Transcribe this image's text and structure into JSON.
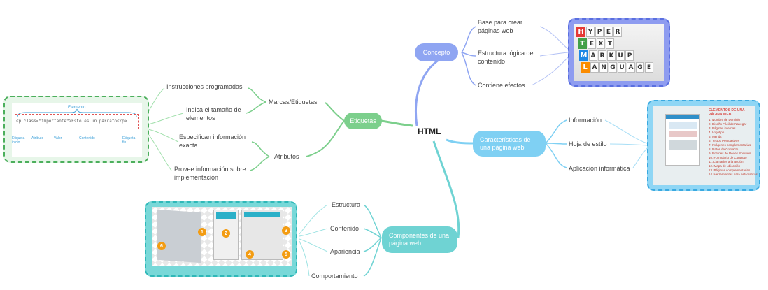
{
  "center": "HTML",
  "branches": {
    "etiquetas": {
      "label": "Etiquetas",
      "color": "#7ccf8c",
      "sub": [
        {
          "label": "Marcas/Etiquetas",
          "leaves": [
            "Instrucciones programadas",
            "Indica el tamaño de elementos"
          ]
        },
        {
          "label": "Atributos",
          "leaves": [
            "Especifican información exacta",
            "Provee información sobre implementación"
          ]
        }
      ]
    },
    "concepto": {
      "label": "Concepto",
      "color": "#8fa5f2",
      "leaves": [
        "Base para crear páginas web",
        "Estructura lógica de contenido",
        "Contiene efectos"
      ]
    },
    "caracteristicas": {
      "label": "Características de una página web",
      "color": "#7fd0f3",
      "leaves": [
        "Información",
        "Hoja de estilo",
        "Aplicación informática"
      ]
    },
    "componentes": {
      "label": "Componentes de una página web",
      "color": "#6fd3d3",
      "leaves": [
        "Estructura",
        "Contenido",
        "Apariencia",
        "Comportamiento"
      ]
    }
  },
  "images": {
    "element_diagram": {
      "title": "Elemento",
      "code": "<p class=\"importante\">Esto es un párrafo</p>",
      "parts": [
        "Etiqueta inicio",
        "Atributo",
        "Valor",
        "Contenido",
        "Etiqueta fin"
      ]
    },
    "hypertext": {
      "rows": [
        {
          "letter": "H",
          "word": "YPER"
        },
        {
          "letter": "T",
          "word": "EXT"
        },
        {
          "letter": "M",
          "word": "ARKUP"
        },
        {
          "letter": "L",
          "word": "ANGUAGE"
        }
      ]
    },
    "elements_list": {
      "title": "ELEMENTOS DE UNA PÁGINA WEB",
      "items": [
        "1. Nombre de Dominio",
        "2. Diseño Fácil de Navegar",
        "3. Páginas internas",
        "4. Logotipo",
        "5. Menús",
        "6. Textos Persuasivos",
        "7. Imágenes complementarias",
        "8. Datos de Contacto",
        "9. Botones de Redes Sociales",
        "10. Formulario de Contacto",
        "11. Llamados a la acción",
        "12. Mapa de ubicación",
        "13. Páginas complementarias",
        "14. Herramientas para estadísticas"
      ]
    },
    "components": {
      "badges": [
        "1",
        "2",
        "3",
        "4",
        "5",
        "6"
      ]
    }
  }
}
